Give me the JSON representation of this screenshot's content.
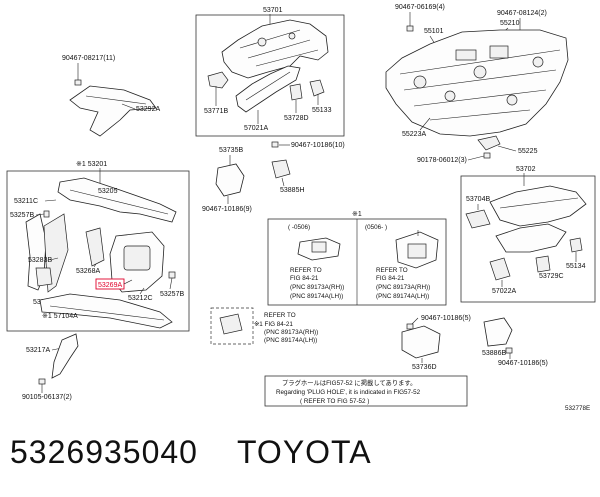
{
  "diagram": {
    "labels": {
      "p53701": "53701",
      "p53771b": "53771B",
      "p57021a": "57021A",
      "p53728d": "53728D",
      "p55133": "55133",
      "p90467_06169": "90467-06169(4)",
      "p55101": "55101",
      "p90467_08124": "90467-08124(2)",
      "p55210": "55210",
      "p55223a": "55223A",
      "p55225": "55225",
      "p90178": "90178-06012(3)",
      "p90467_08217": "90467-08217(11)",
      "p53292a": "53292A",
      "p53201": "※1  53201",
      "p53205": "53205",
      "p53211c": "53211C",
      "p53257b_left": "53257B",
      "p53283b": "53283B",
      "p53268a": "53268A",
      "p53269a": "53269A",
      "p53212c": "53212C",
      "p53257b_right": "53257B",
      "p53284b": "53284B",
      "p57104a": "※1  57104A",
      "p53217a": "53217A",
      "p90105": "90105-06137(2)",
      "p53735b": "53735B",
      "p90467_10186_9": "90467-10186(9)",
      "p90467_10186_10": "90467-10186(10)",
      "p53885h": "53885H",
      "p53702": "53702",
      "p53704b": "53704B",
      "p53729c": "53729C",
      "p55134": "55134",
      "p57022a": "57022A",
      "p90467_10186_5": "90467-10186(5)",
      "p53736d": "53736D",
      "p53886b": "53886B",
      "p90467_10186_5b": "90467-10186(5)",
      "star1": "※1",
      "range_left": "(   -0506)",
      "range_right": "(0506-   )",
      "refer_to": "REFER TO",
      "fig_84_21": "FIG 84-21",
      "pnc_rh": "(PNC 89173A(RH))",
      "pnc_lh": "(PNC 89174A(LH))",
      "mid_ref_line1": "※1 FIG 84-21",
      "mid_refer": "REFER TO",
      "note_jp": "プラグホールはFIG57-52 に掲載してあります。",
      "note_en": "Regarding 'PLUG HOLE', it is indicated in FIG57-52",
      "note_ref": "(   REFER TO FIG 57-52   )",
      "fig_code": "532778E"
    }
  },
  "caption": "5326935040    TOYOTA"
}
